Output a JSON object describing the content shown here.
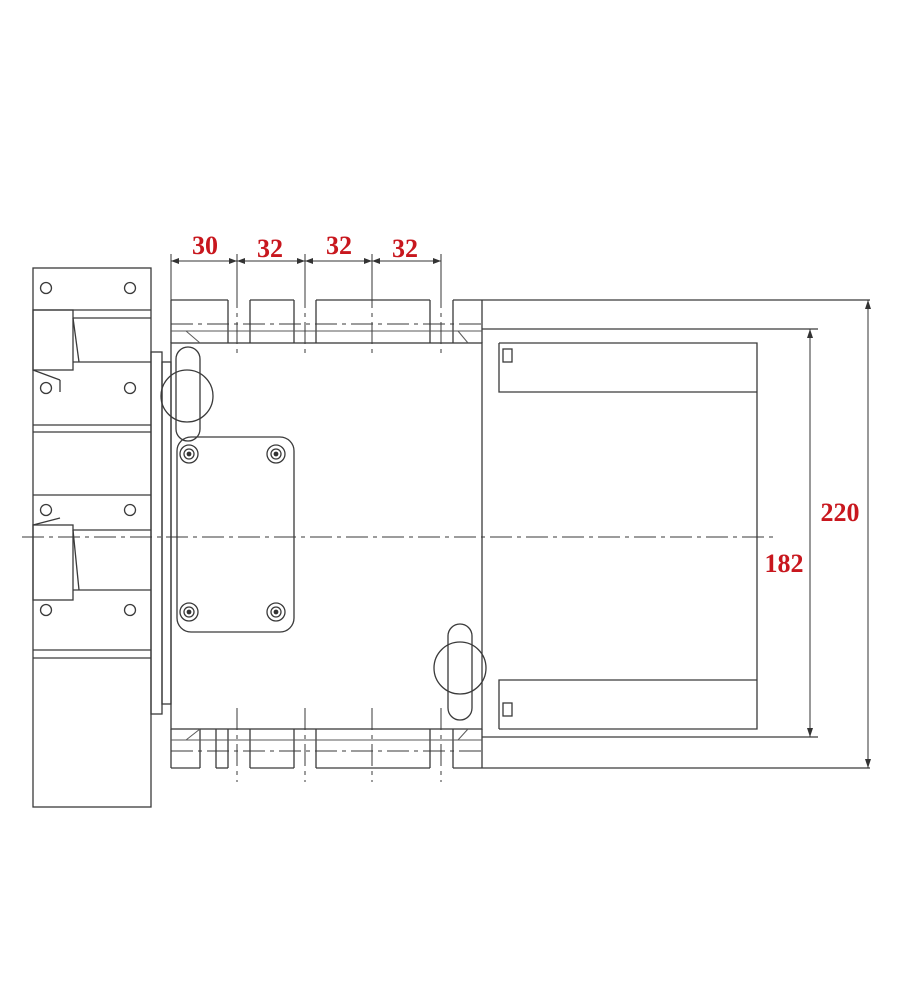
{
  "colors": {
    "dimension_text": "#c8171e",
    "line": "#3a3a3a"
  },
  "dimensions": {
    "top_spacing": [
      "30",
      "32",
      "32",
      "32"
    ],
    "inner_height": "182",
    "outer_height": "220"
  }
}
